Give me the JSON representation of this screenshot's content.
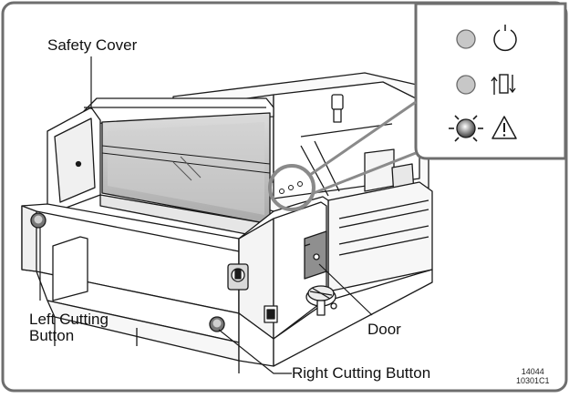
{
  "labels": {
    "safety_cover": "Safety Cover",
    "left_cutting_line1": "Left Cutting",
    "left_cutting_line2": "Button",
    "door": "Door",
    "right_cutting": "Right Cutting Button"
  },
  "figure_code": {
    "line1": "14044",
    "line2": "10301C1"
  },
  "indicators": [
    {
      "icon": "power-ring-icon",
      "state": "off"
    },
    {
      "icon": "blade-motion-icon",
      "state": "off"
    },
    {
      "icon": "warning-triangle-icon",
      "state": "lit"
    }
  ],
  "colors": {
    "frame": "#6e6e6e",
    "panel_bg": "#ffffff",
    "lamp_off": "#c7c7c7",
    "lamp_lit_center": "#e8e8e8",
    "machine_shade": "#bdbdbd",
    "ink": "#1a1a1a"
  }
}
